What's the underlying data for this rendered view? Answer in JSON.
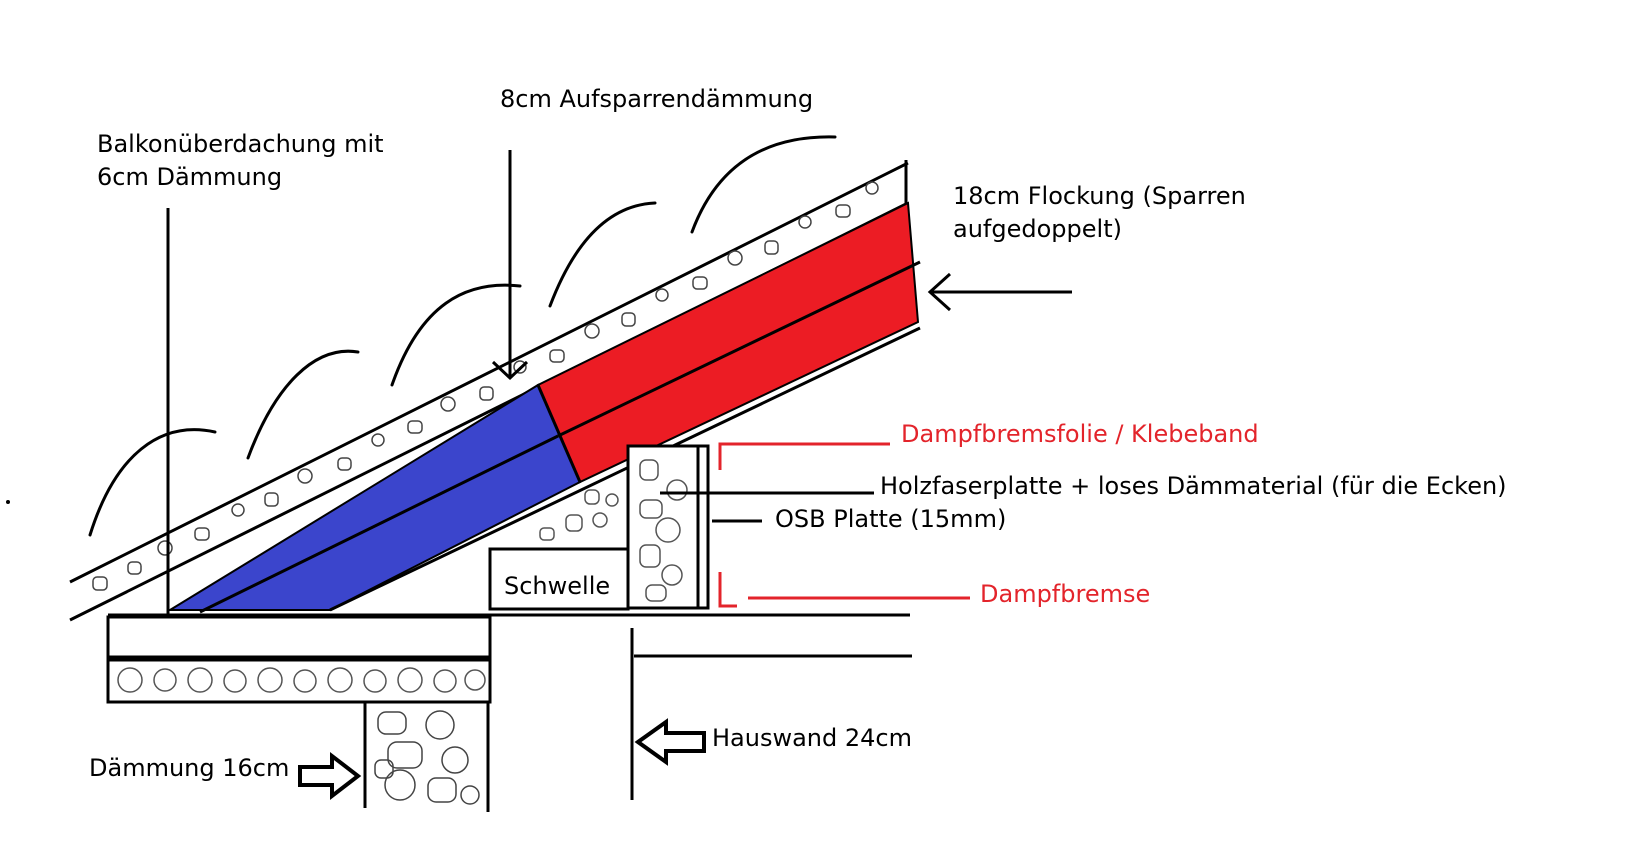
{
  "labels": {
    "balkon_line1": "Balkonüberdachung mit",
    "balkon_line2": "6cm Dämmung",
    "aufsparren": "8cm Aufsparrendämmung",
    "flockung_line1": "18cm Flockung (Sparren",
    "flockung_line2": "aufgedoppelt)",
    "dampffolie": "Dampfbremsfolie / Klebeband",
    "holzfaser": "Holzfaserplatte + loses Dämmaterial (für die Ecken)",
    "osb": "OSB Platte (15mm)",
    "dampfbremse": "Dampfbremse",
    "schwelle": "Schwelle",
    "daemmung16": "Dämmung 16cm",
    "hauswand": "Hauswand 24cm"
  },
  "colors": {
    "ink": "#000000",
    "blue_insulation": "#3b45cc",
    "red_insulation": "#ec1c24",
    "red_label": "#e3242b",
    "background": "#ffffff"
  }
}
